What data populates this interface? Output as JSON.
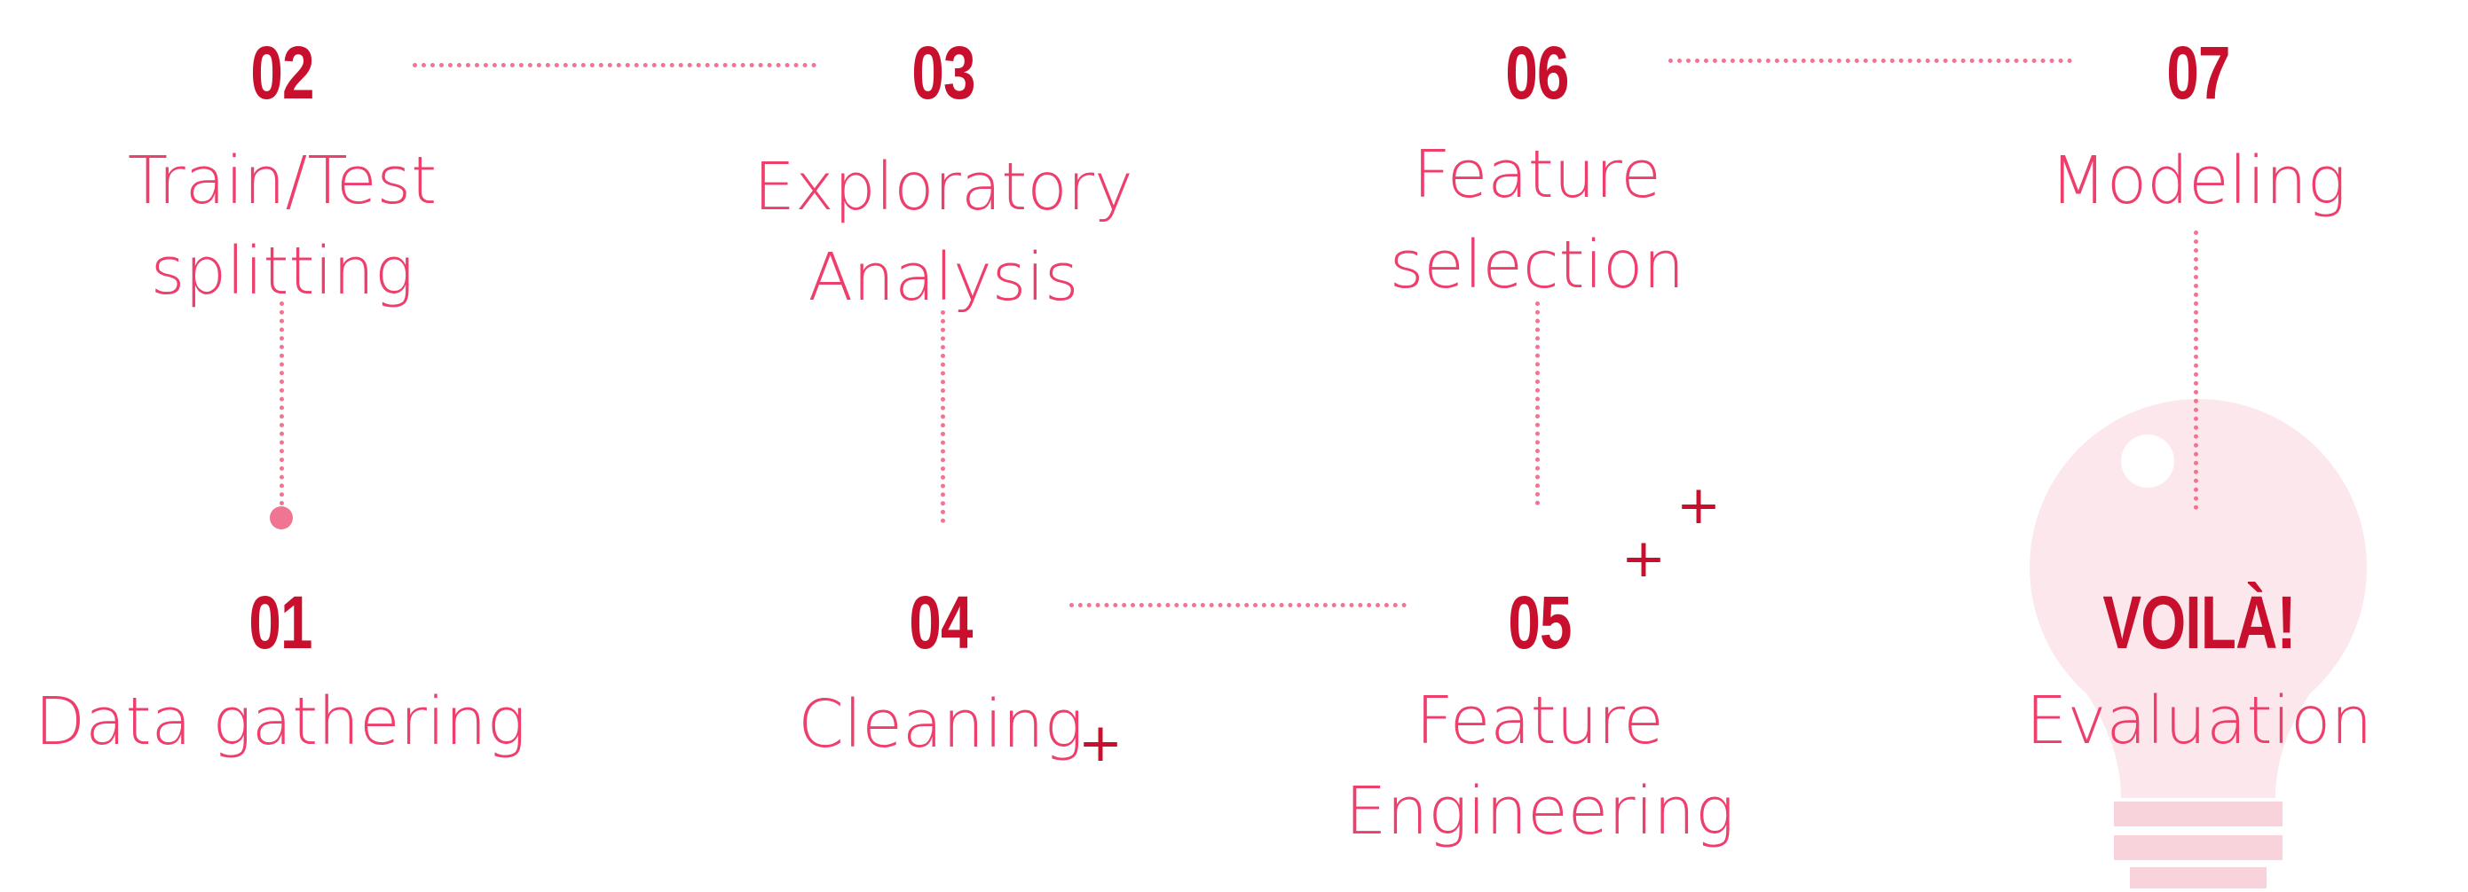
{
  "colors": {
    "number": "#c8102e",
    "label": "#ee3e6c",
    "connector": "#f07592",
    "bulb": "#fce8ec",
    "bulb_base": "#f8d3db",
    "plus": "#c8102e"
  },
  "steps": [
    {
      "number": "01",
      "label_lines": [
        "Data gathering"
      ]
    },
    {
      "number": "02",
      "label_lines": [
        "Train/Test",
        "splitting"
      ]
    },
    {
      "number": "03",
      "label_lines": [
        "Exploratory",
        "Analysis"
      ]
    },
    {
      "number": "04",
      "label_lines": [
        "Cleaning"
      ]
    },
    {
      "number": "05",
      "label_lines": [
        "Feature",
        "Engineering"
      ]
    },
    {
      "number": "06",
      "label_lines": [
        "Feature",
        "selection"
      ]
    },
    {
      "number": "07",
      "label_lines": [
        "Modeling"
      ]
    }
  ],
  "final": {
    "headline": "VOILÀ!",
    "label": "Evaluation",
    "icon": "lightbulb-icon"
  },
  "decorations": {
    "plus_glyph": "+"
  }
}
